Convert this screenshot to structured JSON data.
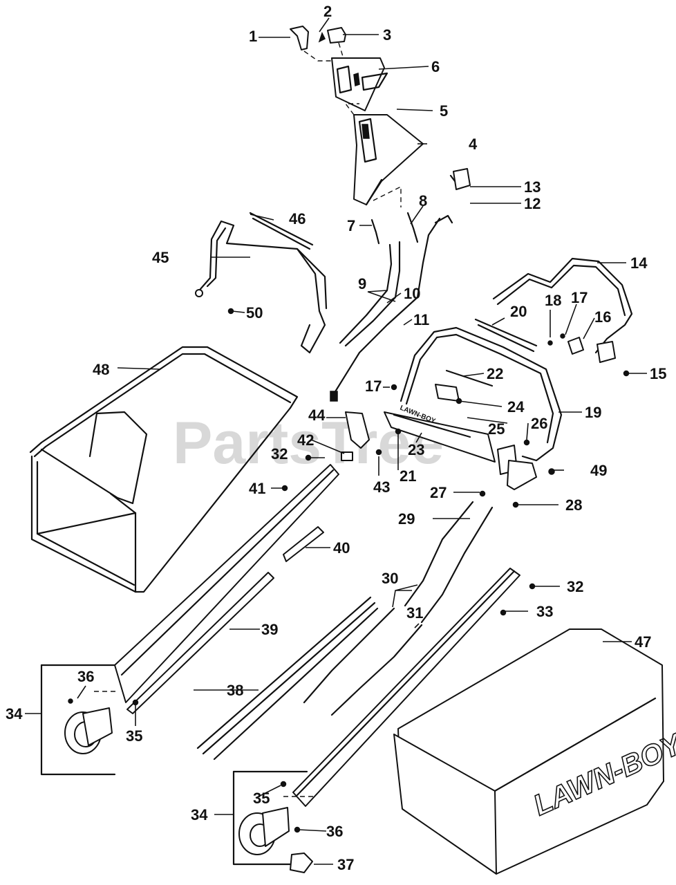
{
  "watermark": "PartsTree",
  "brand_bag": "LAWN-BOY",
  "brand_bracket": "LAWN-BOY",
  "callouts": [
    {
      "id": "c1",
      "label": "1"
    },
    {
      "id": "c2",
      "label": "2"
    },
    {
      "id": "c3",
      "label": "3"
    },
    {
      "id": "c4",
      "label": "4"
    },
    {
      "id": "c5",
      "label": "5"
    },
    {
      "id": "c6",
      "label": "6"
    },
    {
      "id": "c7",
      "label": "7"
    },
    {
      "id": "c8",
      "label": "8"
    },
    {
      "id": "c9",
      "label": "9"
    },
    {
      "id": "c10",
      "label": "10"
    },
    {
      "id": "c11",
      "label": "11"
    },
    {
      "id": "c12",
      "label": "12"
    },
    {
      "id": "c13",
      "label": "13"
    },
    {
      "id": "c14",
      "label": "14"
    },
    {
      "id": "c15",
      "label": "15"
    },
    {
      "id": "c16",
      "label": "16"
    },
    {
      "id": "c17a",
      "label": "17"
    },
    {
      "id": "c17b",
      "label": "17"
    },
    {
      "id": "c18",
      "label": "18"
    },
    {
      "id": "c19",
      "label": "19"
    },
    {
      "id": "c20",
      "label": "20"
    },
    {
      "id": "c21",
      "label": "21"
    },
    {
      "id": "c22",
      "label": "22"
    },
    {
      "id": "c23",
      "label": "23"
    },
    {
      "id": "c24",
      "label": "24"
    },
    {
      "id": "c25",
      "label": "25"
    },
    {
      "id": "c26",
      "label": "26"
    },
    {
      "id": "c27",
      "label": "27"
    },
    {
      "id": "c28",
      "label": "28"
    },
    {
      "id": "c29",
      "label": "29"
    },
    {
      "id": "c30",
      "label": "30"
    },
    {
      "id": "c31",
      "label": "31"
    },
    {
      "id": "c32a",
      "label": "32"
    },
    {
      "id": "c32b",
      "label": "32"
    },
    {
      "id": "c33",
      "label": "33"
    },
    {
      "id": "c34a",
      "label": "34"
    },
    {
      "id": "c34b",
      "label": "34"
    },
    {
      "id": "c35a",
      "label": "35"
    },
    {
      "id": "c35b",
      "label": "35"
    },
    {
      "id": "c36a",
      "label": "36"
    },
    {
      "id": "c36b",
      "label": "36"
    },
    {
      "id": "c37",
      "label": "37"
    },
    {
      "id": "c38",
      "label": "38"
    },
    {
      "id": "c39",
      "label": "39"
    },
    {
      "id": "c40",
      "label": "40"
    },
    {
      "id": "c41",
      "label": "41"
    },
    {
      "id": "c42",
      "label": "42"
    },
    {
      "id": "c43",
      "label": "43"
    },
    {
      "id": "c44",
      "label": "44"
    },
    {
      "id": "c45",
      "label": "45"
    },
    {
      "id": "c46",
      "label": "46"
    },
    {
      "id": "c47",
      "label": "47"
    },
    {
      "id": "c48",
      "label": "48"
    },
    {
      "id": "c49",
      "label": "49"
    },
    {
      "id": "c50",
      "label": "50"
    }
  ]
}
